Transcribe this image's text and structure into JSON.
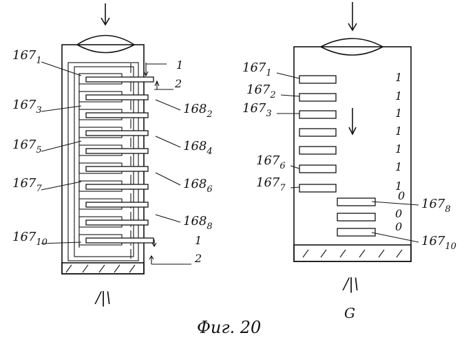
{
  "figure": {
    "caption": "Фиг. 20",
    "left": {
      "bottom_symbol": "/|\\",
      "labels_left": [
        {
          "base": "167",
          "sub": "1"
        },
        {
          "base": "167",
          "sub": "3"
        },
        {
          "base": "167",
          "sub": "5"
        },
        {
          "base": "167",
          "sub": "7"
        },
        {
          "base": "167",
          "sub": "10"
        }
      ],
      "labels_right": [
        {
          "base": "168",
          "sub": "2"
        },
        {
          "base": "168",
          "sub": "4"
        },
        {
          "base": "168",
          "sub": "6"
        },
        {
          "base": "168",
          "sub": "8"
        }
      ],
      "markers": [
        "1",
        "2",
        "1",
        "2"
      ]
    },
    "right": {
      "bottom_symbol": "/|\\",
      "bottom_label": "G",
      "labels_left": [
        {
          "base": "167",
          "sub": "1"
        },
        {
          "base": "167",
          "sub": "2"
        },
        {
          "base": "167",
          "sub": "3"
        },
        {
          "base": "167",
          "sub": "6"
        },
        {
          "base": "167",
          "sub": "7"
        }
      ],
      "labels_right": [
        {
          "base": "167",
          "sub": "8"
        },
        {
          "base": "167",
          "sub": "10"
        }
      ],
      "bits": [
        "1",
        "1",
        "1",
        "1",
        "1",
        "1",
        "1",
        "0",
        "0",
        "0"
      ]
    }
  }
}
